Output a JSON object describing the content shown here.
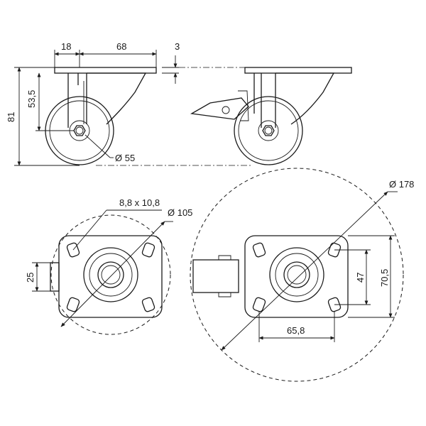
{
  "dimensions": {
    "top_plate_offset": "18",
    "top_plate_width": "68",
    "plate_thickness": "3",
    "overall_height": "81",
    "axle_height": "53,5",
    "wheel_diameter": "Ø 55",
    "bolt_hole_size": "8,8 x 10,8",
    "swivel_radius_small": "Ø 105",
    "swivel_radius_large": "Ø 178",
    "side_offset": "25",
    "hole_spacing_y": "47",
    "plate_height": "70,5",
    "hole_spacing_x": "65,8"
  }
}
